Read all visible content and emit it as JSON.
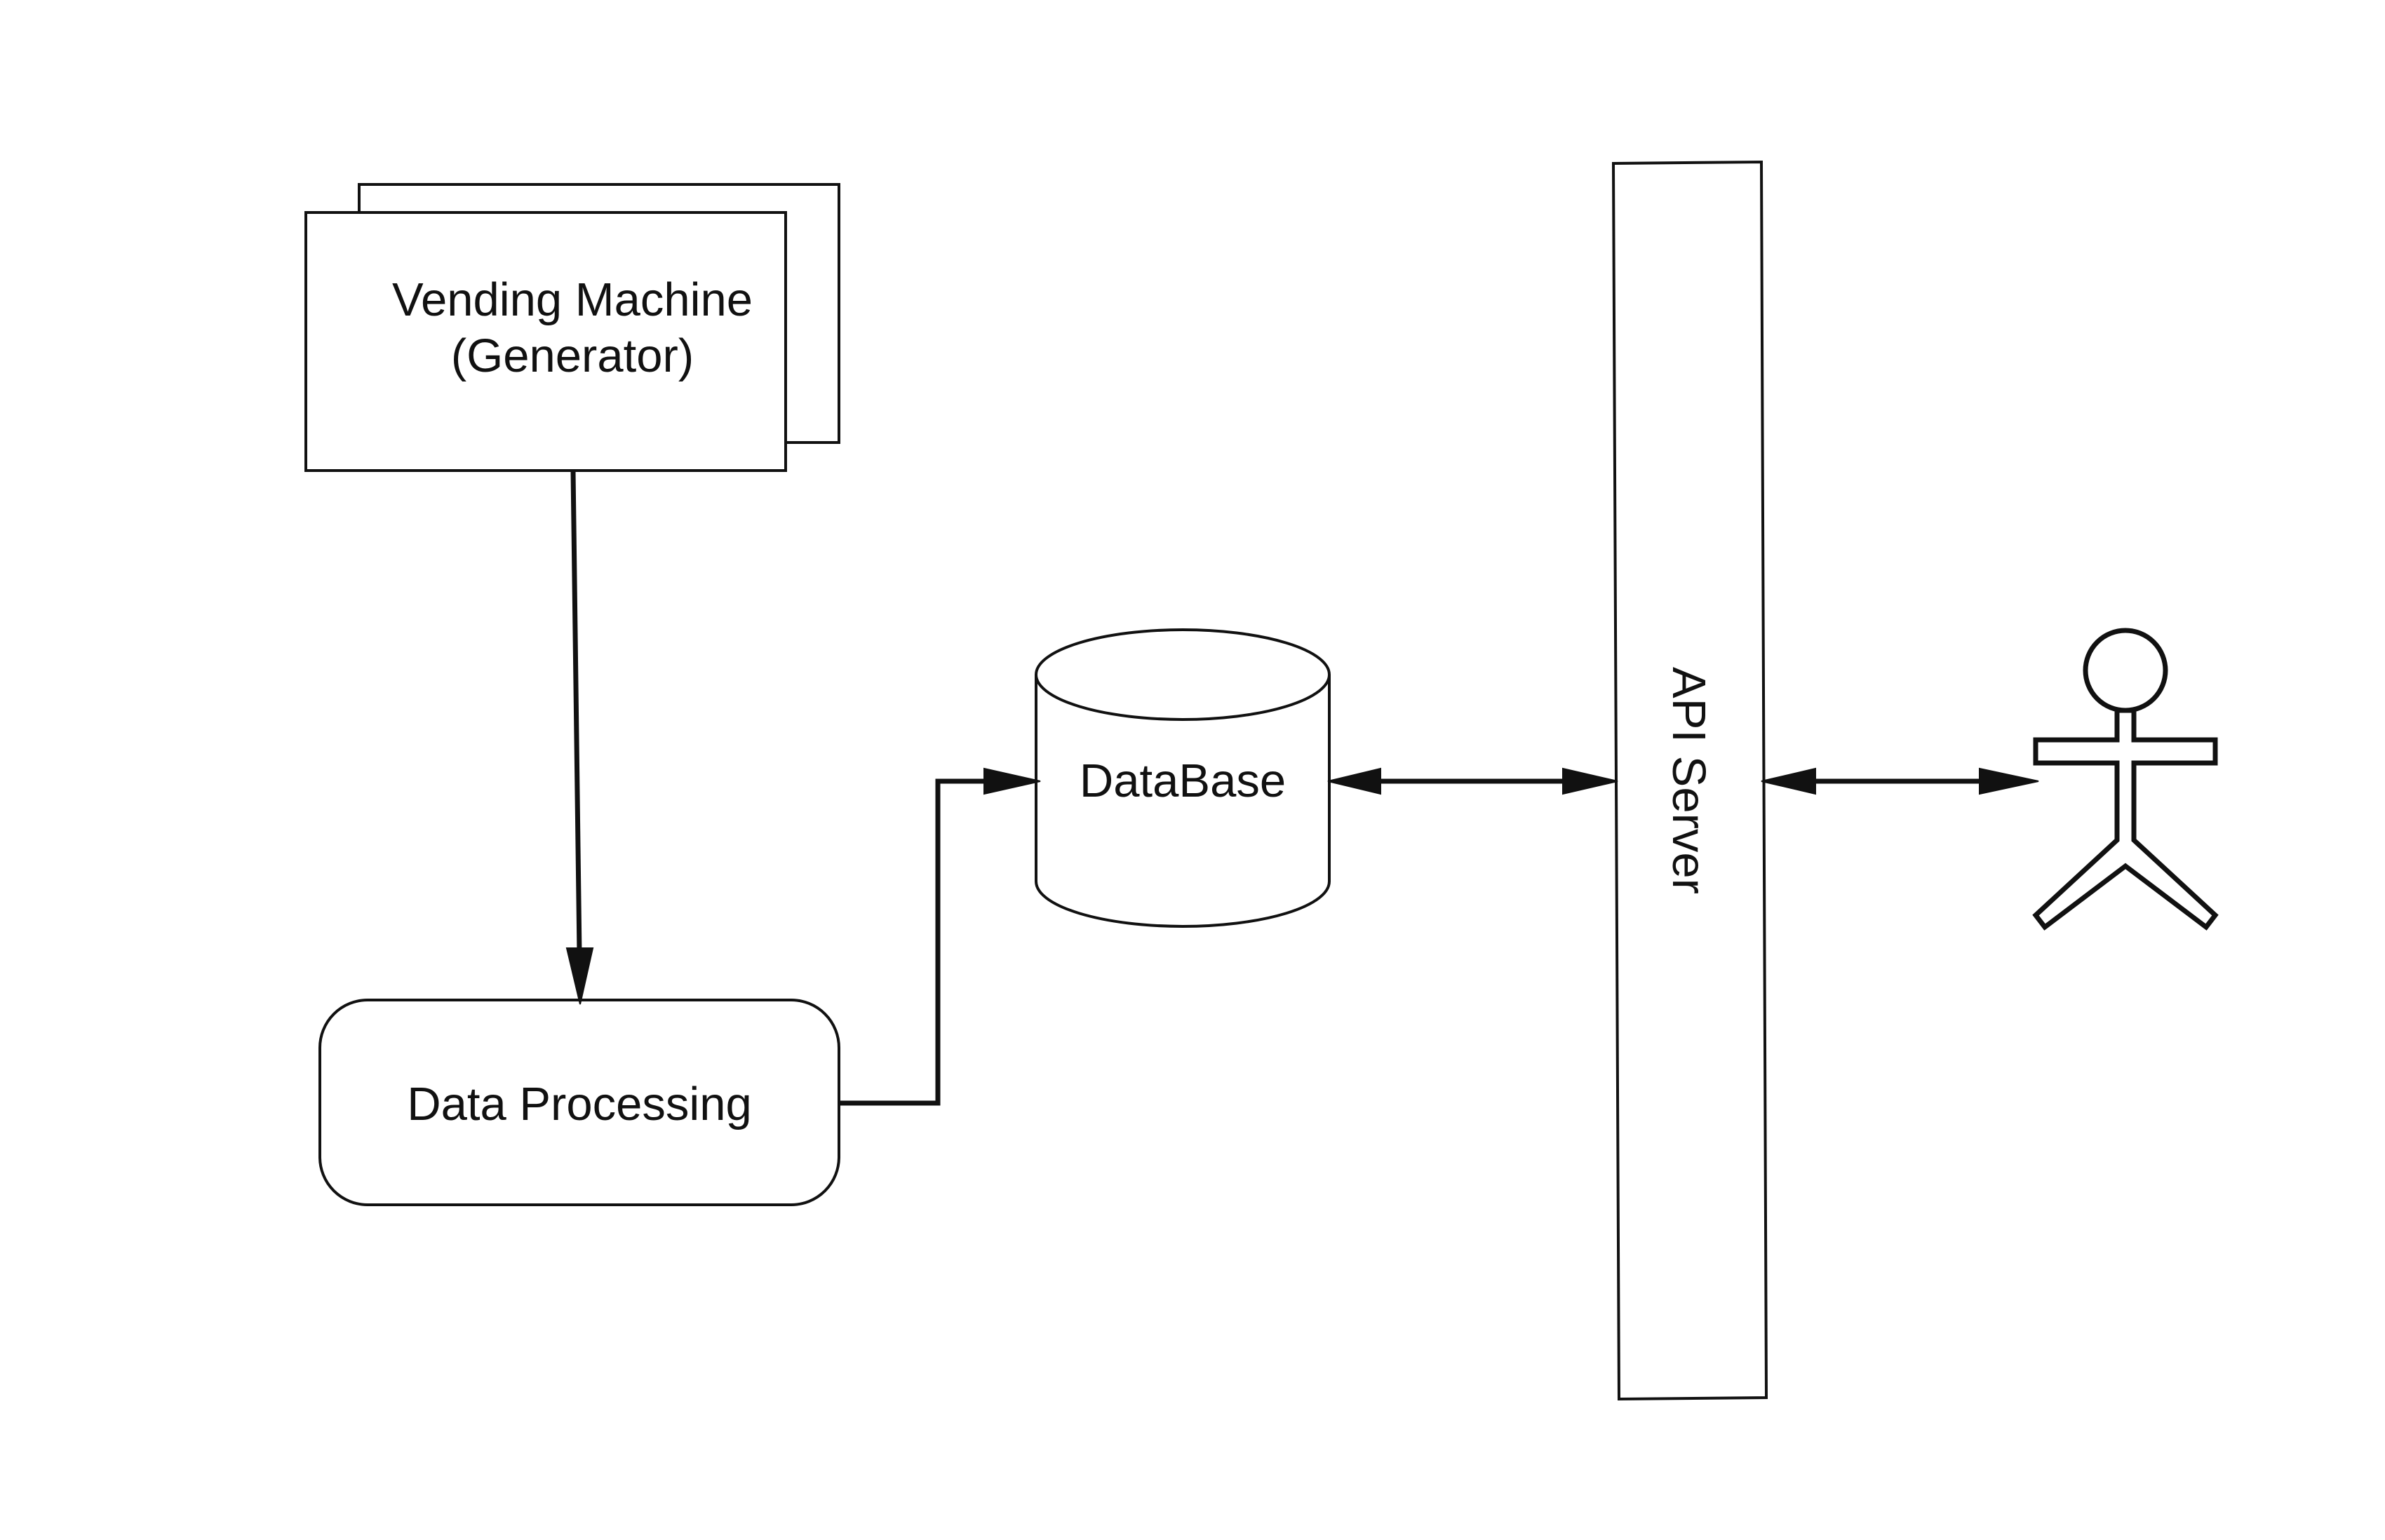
{
  "nodes": {
    "vending_machine": {
      "line1": "Vending Machine",
      "line2": "(Generator)"
    },
    "data_processing": {
      "label": "Data Processing"
    },
    "database": {
      "label": "DataBase"
    },
    "api_server": {
      "label": "API Server"
    },
    "user": {
      "icon": "stick-figure-actor-icon"
    }
  },
  "connectors": [
    {
      "from": "vending_machine",
      "to": "data_processing",
      "direction": "forward"
    },
    {
      "from": "data_processing",
      "to": "database",
      "direction": "forward"
    },
    {
      "from": "database",
      "to": "api_server",
      "direction": "both"
    },
    {
      "from": "api_server",
      "to": "user",
      "direction": "both"
    }
  ],
  "colors": {
    "stroke": "#111111",
    "background": "#ffffff"
  }
}
